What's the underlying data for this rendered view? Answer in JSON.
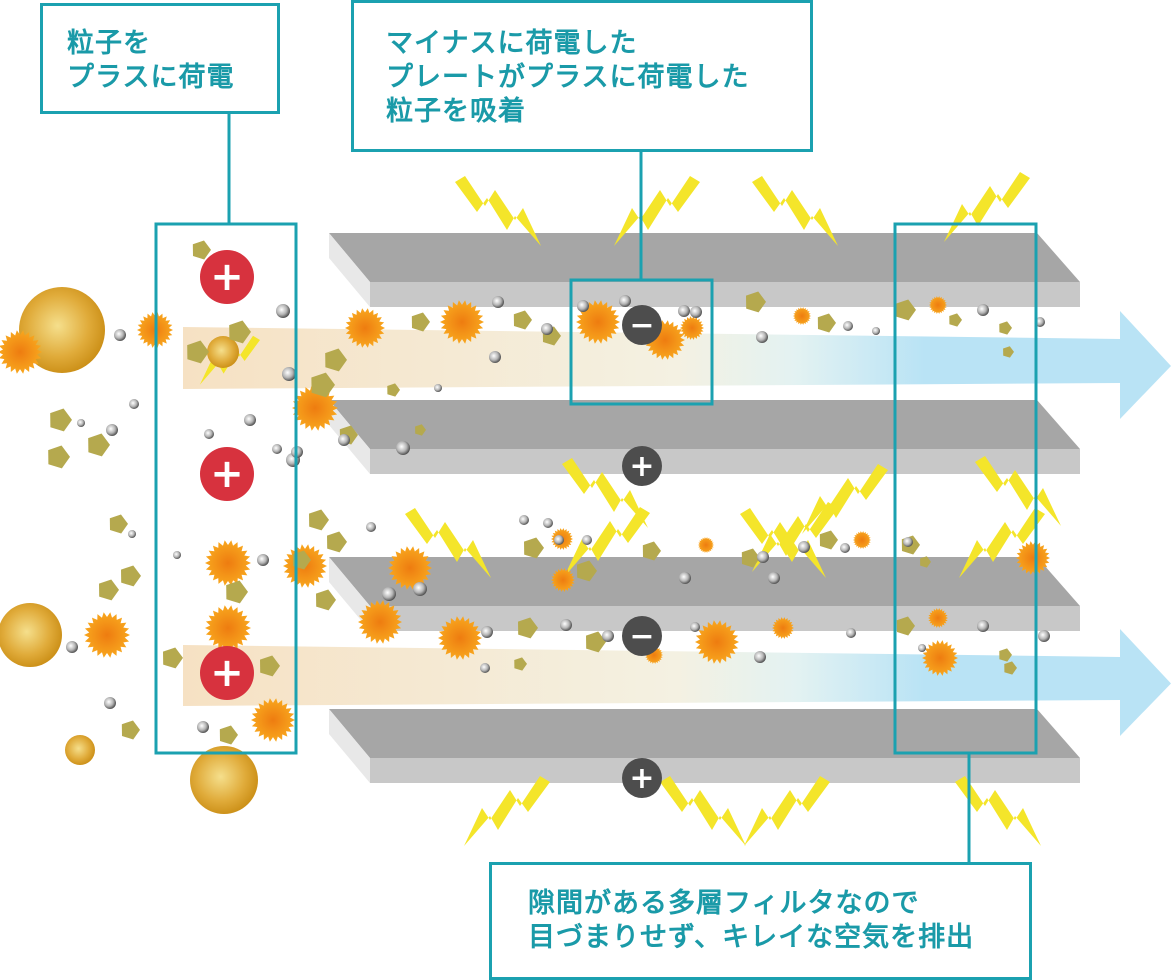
{
  "diagram": {
    "title": "Electrostatic multi-layer air filter",
    "callouts": {
      "charge": {
        "lines": [
          "粒子を",
          "プラスに荷電"
        ]
      },
      "adsorb": {
        "lines": [
          "マイナスに荷電した",
          "プレートがプラスに荷電した",
          "粒子を吸着"
        ]
      },
      "exhaust": {
        "lines": [
          "隙間がある多層フィルタなので",
          "目づまりせず、キレイな空気を排出"
        ]
      }
    },
    "ionizer_charges": [
      "+",
      "+",
      "+"
    ],
    "plates": [
      {
        "id": "plate-1",
        "charge": "−"
      },
      {
        "id": "plate-2",
        "charge": "+"
      },
      {
        "id": "plate-3",
        "charge": "−"
      },
      {
        "id": "plate-4",
        "charge": "+"
      }
    ],
    "airflow_arrows": 2,
    "colors": {
      "accent": "#1ba1b0",
      "positive_badge": "#d7323e",
      "plate_badge": "#4d4d4d",
      "plate_top": "#a6a6a6",
      "plate_front": "#c8c8c8",
      "plate_side": "#e8e8e8",
      "spark": "#f4e52a",
      "dust": "#b5a94e",
      "pollen": "#f29218",
      "large_particle": "#d69a1c",
      "clean_air": "#b9e3f5",
      "dirty_air": "#f6e1c3"
    }
  }
}
